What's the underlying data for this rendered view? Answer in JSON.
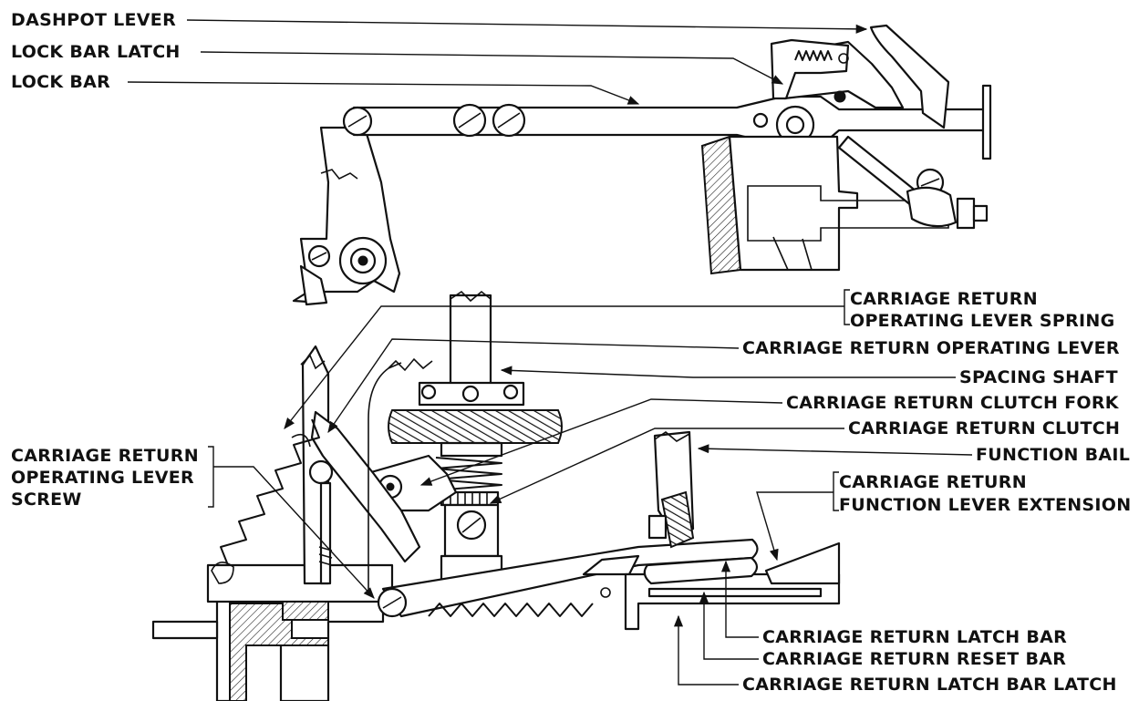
{
  "labels": {
    "dashpot_lever": "DASHPOT LEVER",
    "lock_bar_latch": "LOCK BAR LATCH",
    "lock_bar": "LOCK BAR",
    "cr_op_lever_spring_1": "CARRIAGE RETURN",
    "cr_op_lever_spring_2": "OPERATING LEVER SPRING",
    "cr_operating_lever": "CARRIAGE RETURN OPERATING LEVER",
    "spacing_shaft": "SPACING SHAFT",
    "cr_clutch_fork": "CARRIAGE RETURN CLUTCH FORK",
    "cr_clutch": "CARRIAGE RETURN CLUTCH",
    "function_bail": "FUNCTION BAIL",
    "cr_function_lever_ext_1": "CARRIAGE RETURN",
    "cr_function_lever_ext_2": "FUNCTION LEVER EXTENSION",
    "cr_op_lever_screw_1": "CARRIAGE RETURN",
    "cr_op_lever_screw_2": "OPERATING LEVER",
    "cr_op_lever_screw_3": "SCREW",
    "cr_latch_bar": "CARRIAGE RETURN LATCH BAR",
    "cr_reset_bar": "CARRIAGE RETURN RESET BAR",
    "cr_latch_bar_latch": "CARRIAGE RETURN LATCH BAR LATCH"
  }
}
